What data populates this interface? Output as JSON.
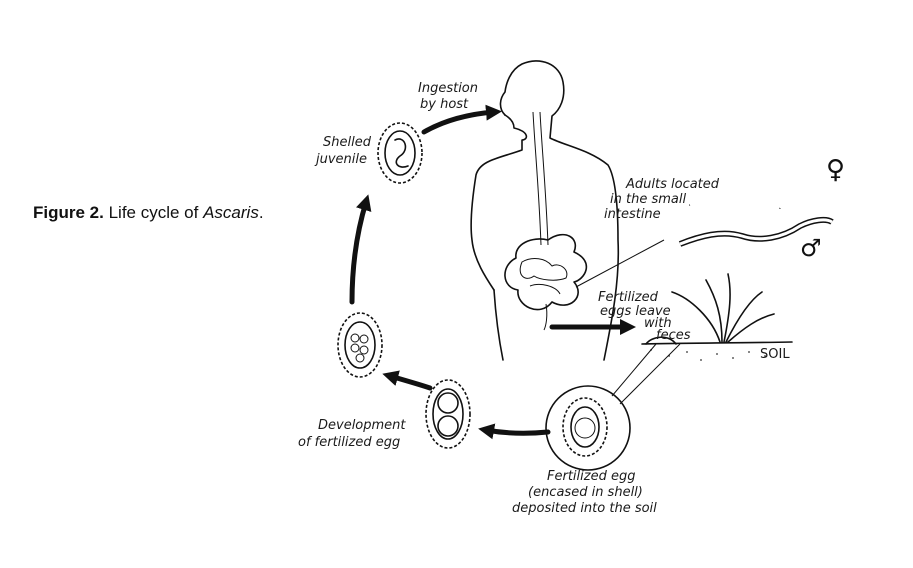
{
  "caption": {
    "label": "Figure 2.",
    "text_before": "Life cycle of ",
    "italic": "Ascaris",
    "text_after": "."
  },
  "labels": {
    "ingestion_1": "Ingestion",
    "ingestion_2": "by host",
    "shelled_1": "Shelled",
    "shelled_2": "juvenile",
    "adults_1": "Adults located",
    "adults_2": "in the small",
    "adults_3": "intestine",
    "fertilized_1": "Fertilized",
    "fertilized_2": "eggs leave",
    "fertilized_3": "with",
    "fertilized_4": "feces",
    "soil": "SOIL",
    "development_1": "Development",
    "development_2": "of fertilized egg",
    "deposited_1": "Fertilized egg",
    "deposited_2": "(encased in shell)",
    "deposited_3": "deposited into the soil",
    "female_symbol": "♀",
    "male_symbol": "♂"
  }
}
